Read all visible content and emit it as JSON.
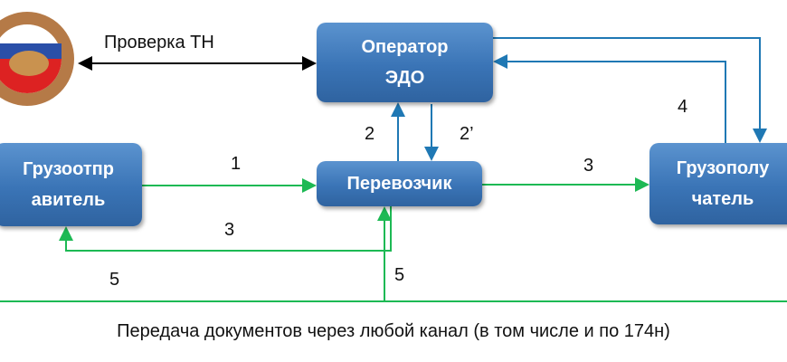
{
  "nodes": {
    "operator": "Оператор\nЭДО",
    "carrier": "Перевозчик",
    "shipper": "Грузоотпр\nавитель",
    "consignee": "Грузополу\nчатель",
    "traffic_police_emblem": "ГИБДД"
  },
  "edges": {
    "check": "Проверка ТН",
    "e1": "1",
    "e2": "2",
    "e2p": "2’",
    "e3a": "3",
    "e3b": "3",
    "e4": "4",
    "e5a": "5",
    "e5b": "5"
  },
  "caption": "Передача документов через любой канал (в том числе и по 174н)",
  "colors": {
    "blue": "#1f78b4",
    "green": "#1db954",
    "box": "#3a74b6"
  }
}
